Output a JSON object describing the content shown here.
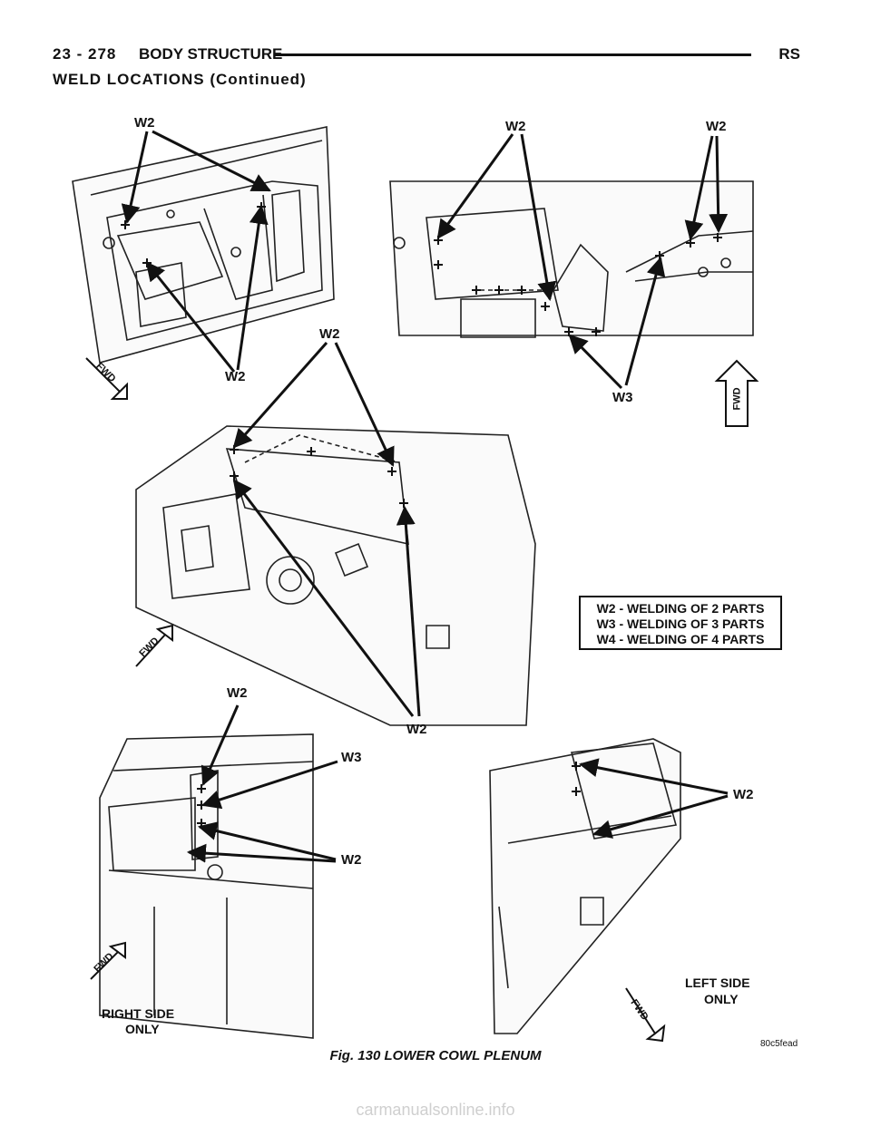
{
  "header": {
    "page_number": "23 - 278",
    "section_title": "BODY STRUCTURE",
    "model": "RS"
  },
  "subheading": "WELD LOCATIONS (Continued)",
  "callouts": {
    "w2": "W2",
    "w3": "W3",
    "fwd": "FWD"
  },
  "side_labels": {
    "right_line1": "RIGHT SIDE",
    "right_line2": "ONLY",
    "left_line1": "LEFT SIDE",
    "left_line2": "ONLY"
  },
  "legend": [
    "W2 - WELDING OF 2 PARTS",
    "W3 - WELDING OF 3 PARTS",
    "W4 - WELDING OF 4 PARTS"
  ],
  "figure_code": "80c5fead",
  "caption": "Fig. 130 LOWER COWL PLENUM",
  "watermark": "carmanualsonline.info"
}
